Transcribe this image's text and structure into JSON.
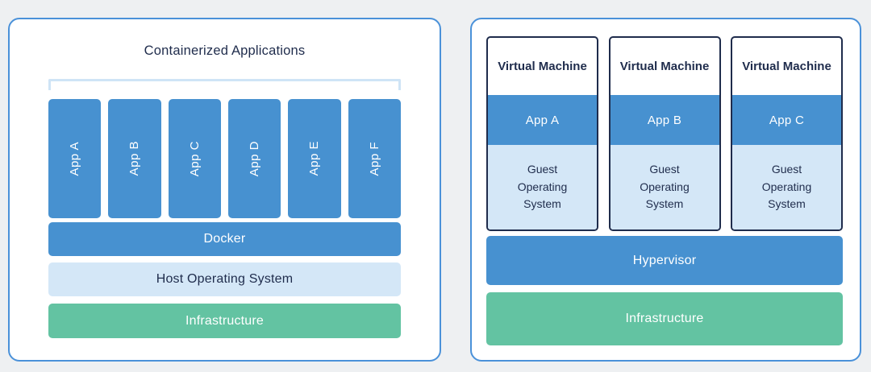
{
  "colors": {
    "blue": "#4791d0",
    "light_blue": "#d4e7f7",
    "green": "#63c3a2",
    "navy": "#1f2c4c",
    "panel_border": "#4a91d9",
    "bracket": "#cfe4f6",
    "page_bg": "#eef0f2",
    "white": "#ffffff"
  },
  "left_panel": {
    "title": "Containerized Applications",
    "apps": [
      "App A",
      "App B",
      "App C",
      "App D",
      "App E",
      "App F"
    ],
    "layers": [
      {
        "label": "Docker",
        "color": "#4791d0"
      },
      {
        "label": "Host Operating System",
        "color": "#d4e7f7"
      },
      {
        "label": "Infrastructure",
        "color": "#63c3a2"
      }
    ]
  },
  "right_panel": {
    "vms": [
      {
        "title": "Virtual Machine",
        "app": "App A",
        "os": "Guest Operating System"
      },
      {
        "title": "Virtual Machine",
        "app": "App B",
        "os": "Guest Operating System"
      },
      {
        "title": "Virtual Machine",
        "app": "App C",
        "os": "Guest Operating System"
      }
    ],
    "layers": [
      {
        "label": "Hypervisor",
        "color": "#4791d0"
      },
      {
        "label": "Infrastructure",
        "color": "#63c3a2"
      }
    ]
  }
}
